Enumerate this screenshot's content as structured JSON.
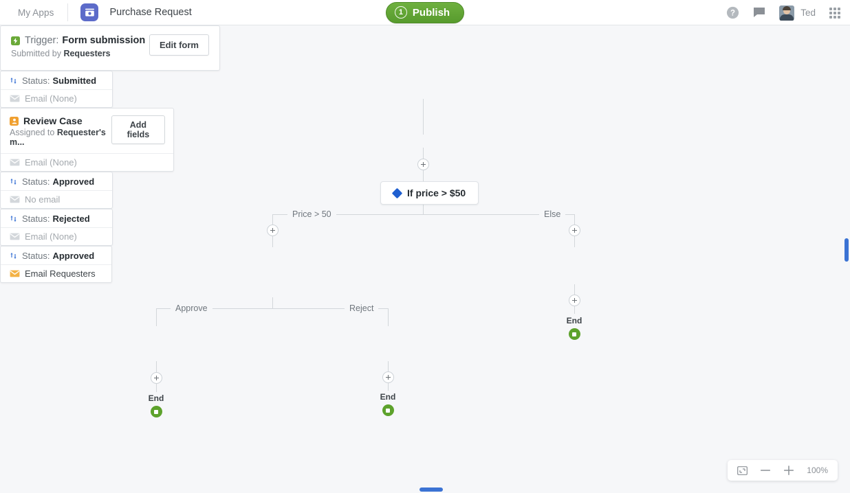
{
  "topbar": {
    "my_apps": "My Apps",
    "app_icon": "money-app-icon",
    "app_title": "Purchase Request",
    "publish": {
      "label": "Publish",
      "count": "1",
      "color": "#61a435"
    },
    "help_icon": "help-circle-icon",
    "chat_icon": "chat-bubble-icon",
    "avatar_icon": "user-avatar",
    "user_name": "Ted",
    "apps_grid_icon": "apps-grid-icon"
  },
  "workflow": {
    "trigger": {
      "icon": "lightning-bolt-icon",
      "prefix": "Trigger:",
      "name": "Form submission",
      "subtitle_prefix": "Submitted by",
      "subtitle_value": "Requesters",
      "button": "Edit form"
    },
    "submitted_status": {
      "status_icon": "status-arrows-icon",
      "status_prefix": "Status:",
      "status_value": "Submitted",
      "email_icon": "envelope-icon",
      "email_text": "Email (None)"
    },
    "condition": {
      "icon": "diamond-icon",
      "label": "If price > $50",
      "true_branch": "Price > 50",
      "false_branch": "Else"
    },
    "review_case": {
      "icon": "person-icon",
      "title": "Review Case",
      "assigned_prefix": "Assigned to",
      "assigned_value": "Requester's m...",
      "button": "Add fields",
      "email_icon": "envelope-icon",
      "email_text": "Email (None)",
      "approve_branch": "Approve",
      "reject_branch": "Reject"
    },
    "approve_status": {
      "status_icon": "status-arrows-icon",
      "status_prefix": "Status:",
      "status_value": "Approved",
      "email_icon": "envelope-icon",
      "email_text": "No email"
    },
    "reject_status": {
      "status_icon": "status-arrows-icon",
      "status_prefix": "Status:",
      "status_value": "Rejected",
      "email_icon": "envelope-icon",
      "email_text": "Email (None)"
    },
    "else_status": {
      "status_icon": "status-arrows-icon",
      "status_prefix": "Status:",
      "status_value": "Approved",
      "email_icon": "envelope-filled-icon",
      "email_text": "Email Requesters"
    },
    "end_label": "End",
    "add_step_icon": "plus-icon"
  },
  "zoom_controls": {
    "fit_icon": "fit-to-screen-icon",
    "zoom_out_icon": "minus-icon",
    "zoom_in_icon": "plus-icon",
    "level": "100%"
  }
}
